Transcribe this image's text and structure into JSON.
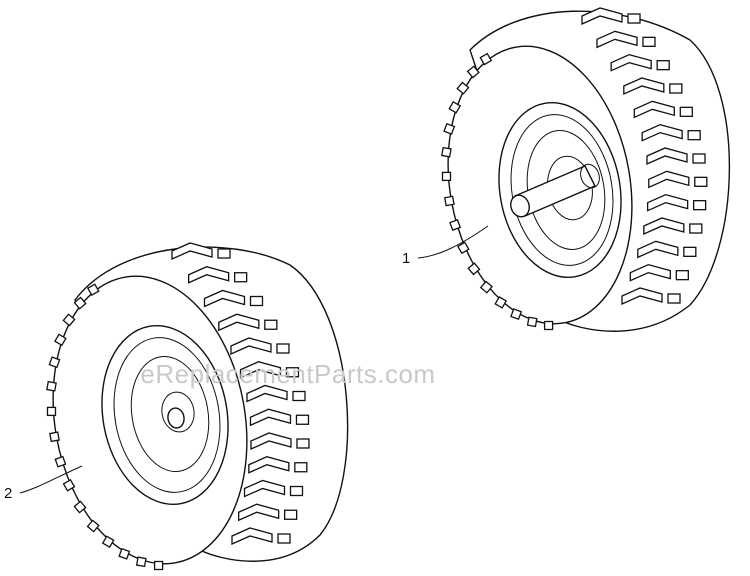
{
  "callouts": [
    {
      "number": "1",
      "part": "wheel-with-axle"
    },
    {
      "number": "2",
      "part": "wheel"
    }
  ],
  "watermark": "eReplacementParts.com",
  "colors": {
    "ink": "#111111",
    "background": "#ffffff",
    "watermark": "#c9c9c9"
  }
}
